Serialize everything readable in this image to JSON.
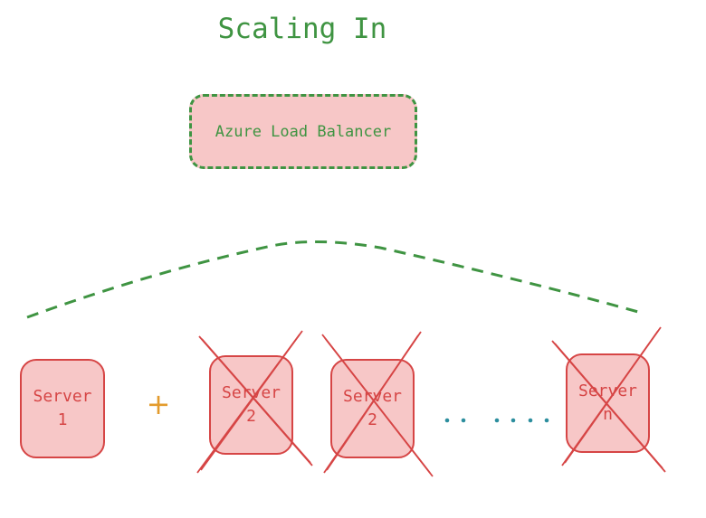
{
  "title": "Scaling In",
  "load_balancer": {
    "label": "Azure Load Balancer"
  },
  "plus_sign": "+",
  "servers": [
    {
      "line1": "Server",
      "line2": "1",
      "removed": false
    },
    {
      "line1": "Server",
      "line2": "2",
      "removed": true
    },
    {
      "line1": "Server",
      "line2": "2",
      "removed": true
    },
    {
      "line1": "Server",
      "line2": "n",
      "removed": true
    }
  ],
  "colors": {
    "green": "#3f9442",
    "red": "#d64545",
    "pink_fill": "#f7c7c7",
    "orange": "#e39b2d",
    "teal": "#2c8e9e"
  }
}
